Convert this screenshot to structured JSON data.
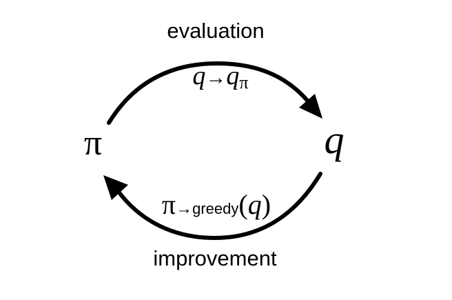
{
  "nodes": {
    "policy": "π",
    "value": "q"
  },
  "edges": {
    "evaluation": {
      "label": "evaluation",
      "formula_lhs": "q",
      "formula_arrow": "→",
      "formula_rhs": "q",
      "formula_sub": "π"
    },
    "improvement": {
      "label": "improvement",
      "formula_lhs": "π",
      "formula_arrow": "→",
      "formula_fn": "greedy",
      "formula_open": "(",
      "formula_arg": "q",
      "formula_close": ")"
    }
  }
}
